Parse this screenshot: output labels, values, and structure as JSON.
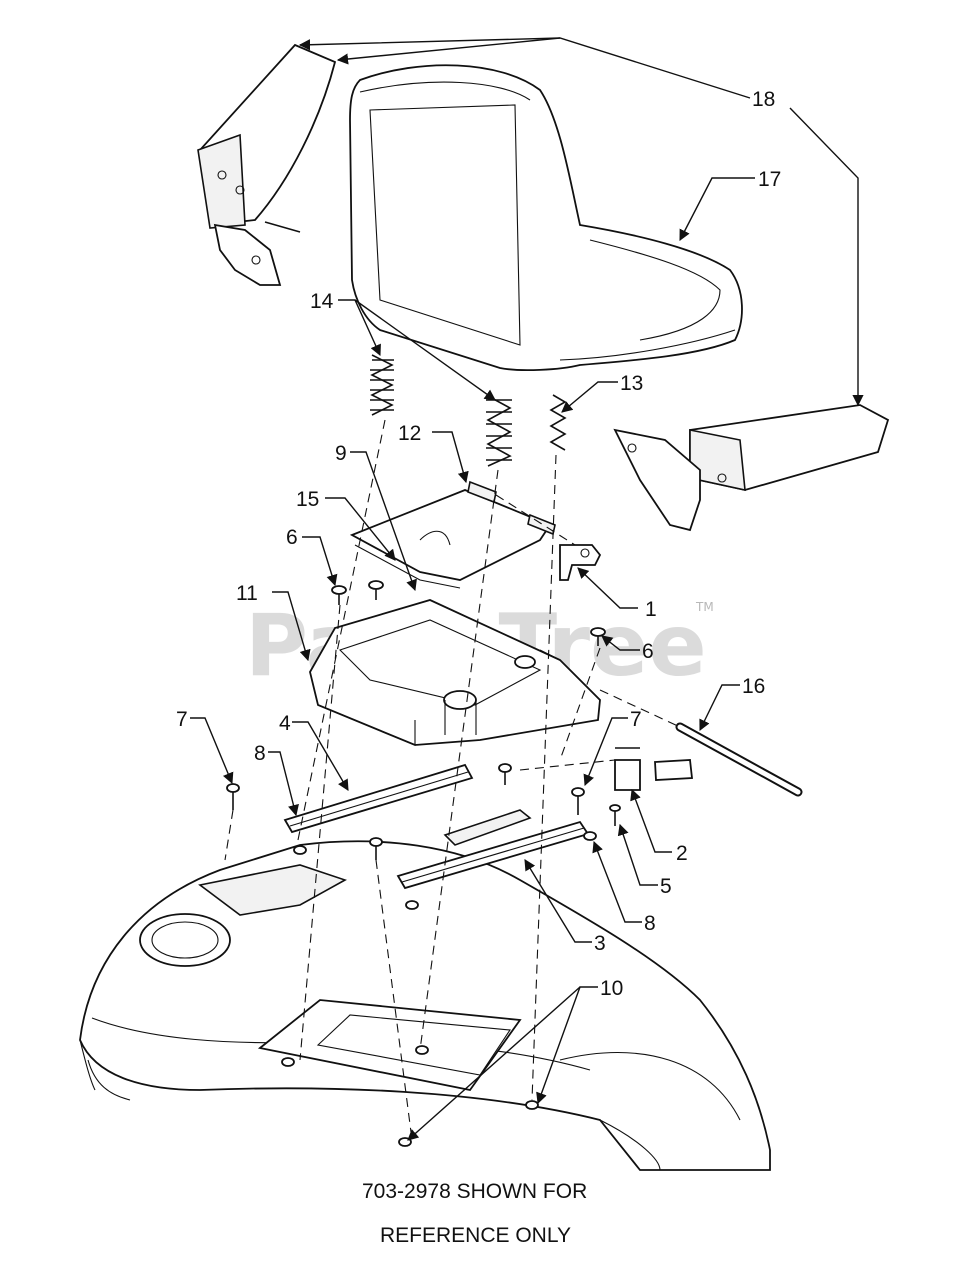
{
  "diagram": {
    "callouts": [
      "1",
      "2",
      "3",
      "4",
      "5",
      "6",
      "6",
      "7",
      "7",
      "8",
      "8",
      "9",
      "10",
      "11",
      "12",
      "13",
      "14",
      "15",
      "16",
      "17",
      "18"
    ],
    "note_line1": "703-2978 SHOWN FOR",
    "note_line2": "REFERENCE ONLY",
    "watermark": "PartsTree",
    "watermark_tm": "TM"
  }
}
